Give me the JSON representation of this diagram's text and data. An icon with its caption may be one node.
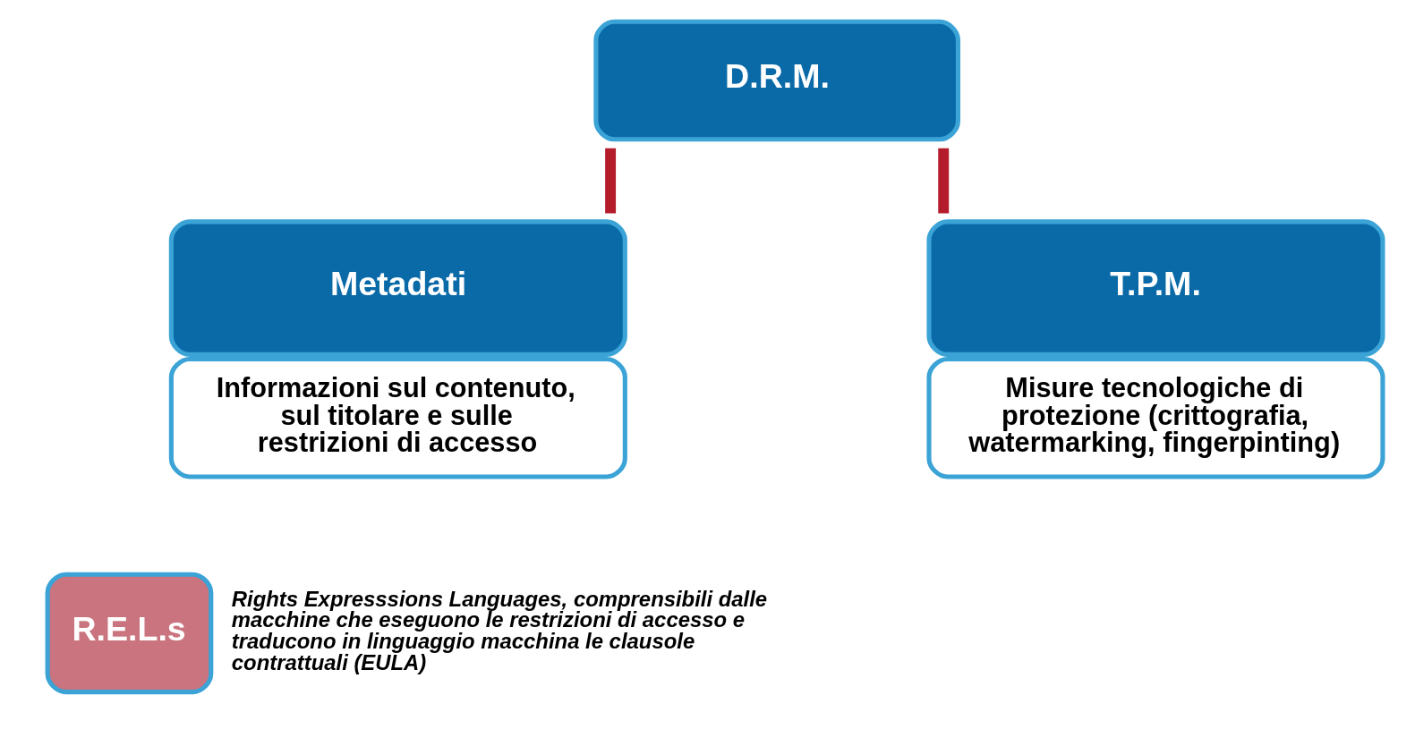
{
  "diagram": {
    "nodes": [
      {
        "text": [
          "D.R.M."
        ]
      },
      {
        "text": [
          "Metadati",
          "Informazioni sul contenuto, sul titolare e sulle restrizioni di accesso"
        ]
      },
      {
        "text": [
          "T.P.M.",
          "Misure tecnologiche di protezione (crittografia, watermarking, fingerpinting)"
        ]
      },
      {
        "text": [
          "R.E.L.s"
        ],
        "beside": [
          "Rights Expresssions Languages, comprensibili dalle macchine che eseguono le restrizioni di accesso e traducono in linguaggio macchina le clausole contrattuali (EULA)"
        ]
      }
    ],
    "edges": [
      {
        "from": 0,
        "to": 1,
        "arrow": "none"
      },
      {
        "from": 0,
        "to": 2,
        "arrow": "none"
      }
    ]
  }
}
